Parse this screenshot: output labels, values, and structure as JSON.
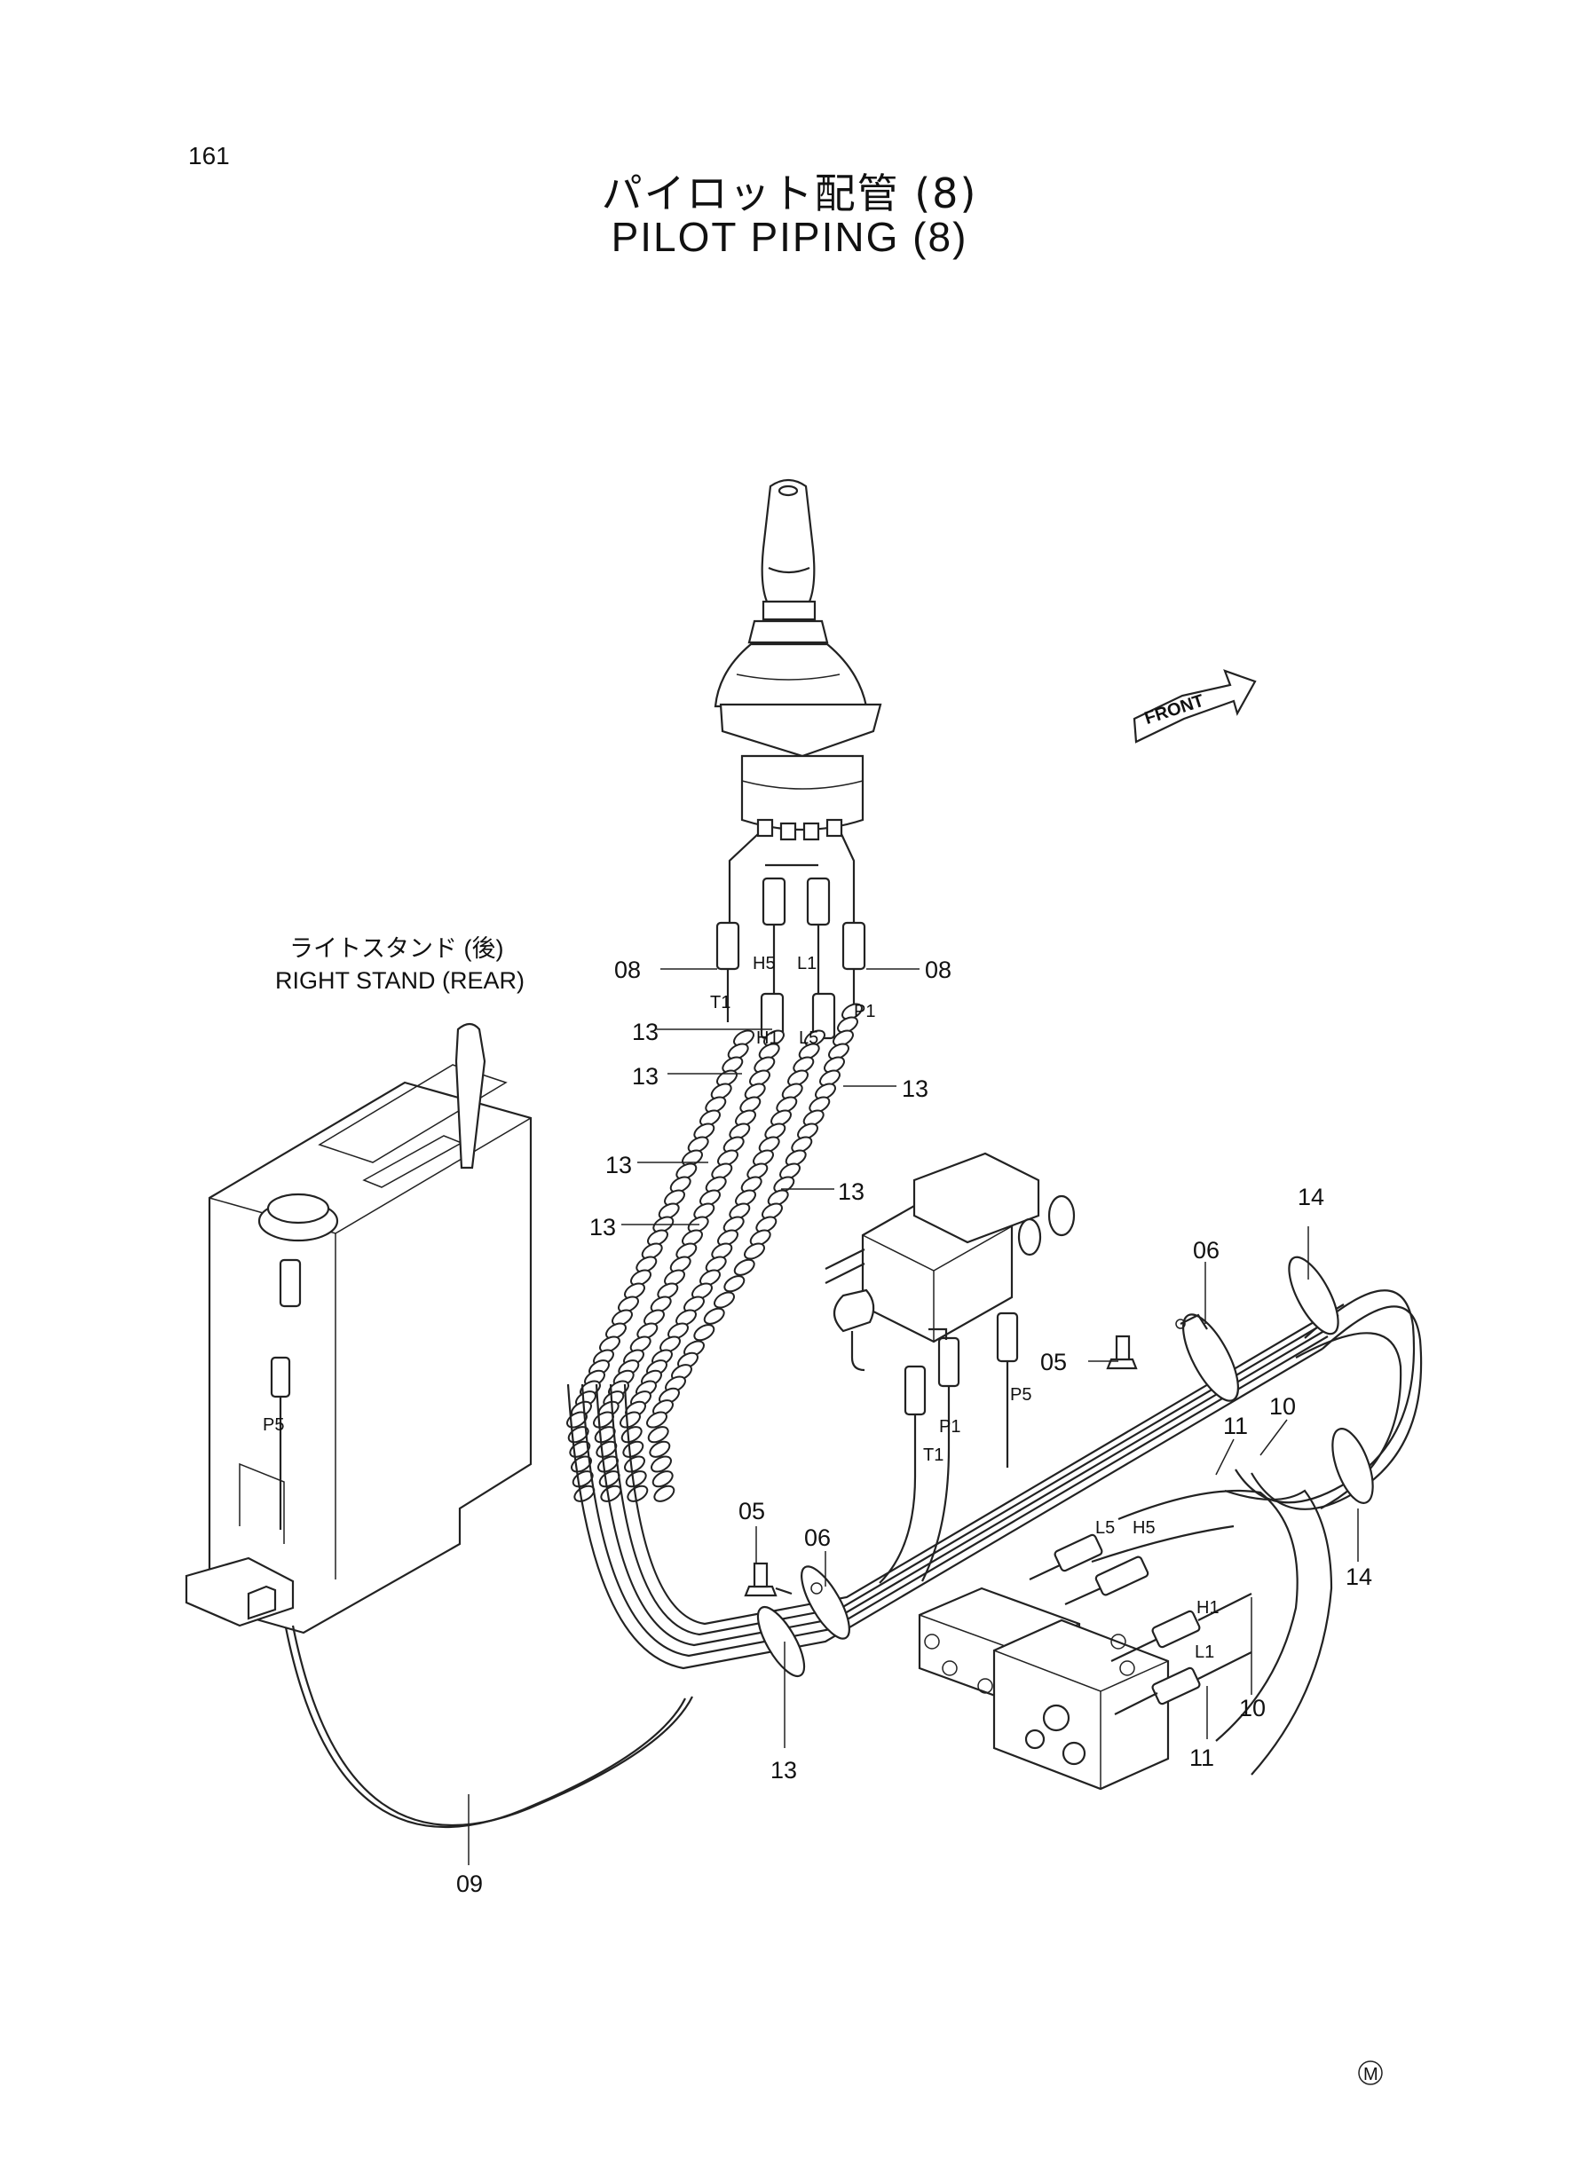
{
  "page_number": "161",
  "title_jp": "パイロット配管 (8)",
  "title_en": "PILOT PIPING (8)",
  "front_mark": "FRONT",
  "stand_label_jp": "ライトスタンド (後)",
  "stand_label_en": "RIGHT STAND (REAR)",
  "mark_symbol": "M",
  "part_numbers": {
    "p08_left": "08",
    "p08_right": "08",
    "p13_a": "13",
    "p13_b": "13",
    "p13_c": "13",
    "p13_d": "13",
    "p13_e": "13",
    "p13_f": "13",
    "p13_bottom": "13",
    "p14_top": "14",
    "p14_right": "14",
    "p06_top": "06",
    "p06_mid": "06",
    "p05_top": "05",
    "p05_mid": "05",
    "p10_top": "10",
    "p10_bottom": "10",
    "p11_top": "11",
    "p11_bottom": "11",
    "p09": "09"
  },
  "port_labels": {
    "t1_top": "T1",
    "h5_top": "H5",
    "l1_top": "L1",
    "p1_top": "P1",
    "h1_top": "H1",
    "l5_top": "L5",
    "p5_left": "P5",
    "p1_mid": "P1",
    "t1_mid": "T1",
    "p5_mid": "P5",
    "l5_right": "L5",
    "h5_right": "H5",
    "h1_right": "H1",
    "l1_right": "L1"
  }
}
